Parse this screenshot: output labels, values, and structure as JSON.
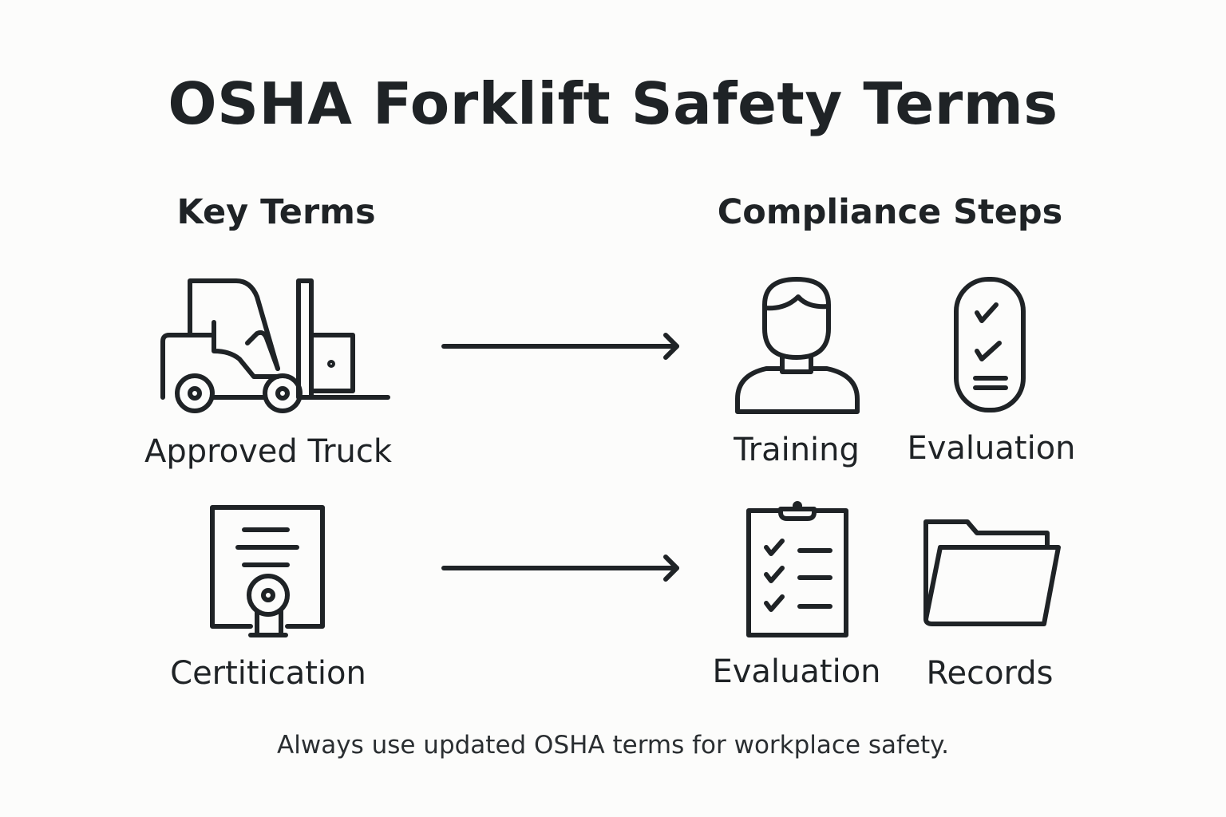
{
  "title": "OSHA Forklift Safety Terms",
  "key_terms": {
    "heading": "Key Terms",
    "items": [
      {
        "label": "Approved Truck",
        "icon": "forklift-icon"
      },
      {
        "label": "Certitication",
        "icon": "certificate-icon"
      }
    ]
  },
  "compliance_steps": {
    "heading": "Compliance Steps",
    "items": [
      {
        "label": "Training",
        "icon": "person-icon"
      },
      {
        "label": "Evaluation",
        "icon": "checklist-tag-icon"
      },
      {
        "label": "Evaluation",
        "icon": "clipboard-checklist-icon"
      },
      {
        "label": "Records",
        "icon": "folder-icon"
      }
    ]
  },
  "footer": "Always use updated OSHA terms for workplace safety.",
  "colors": {
    "ink": "#1f2326",
    "background": "#fcfcfb"
  }
}
